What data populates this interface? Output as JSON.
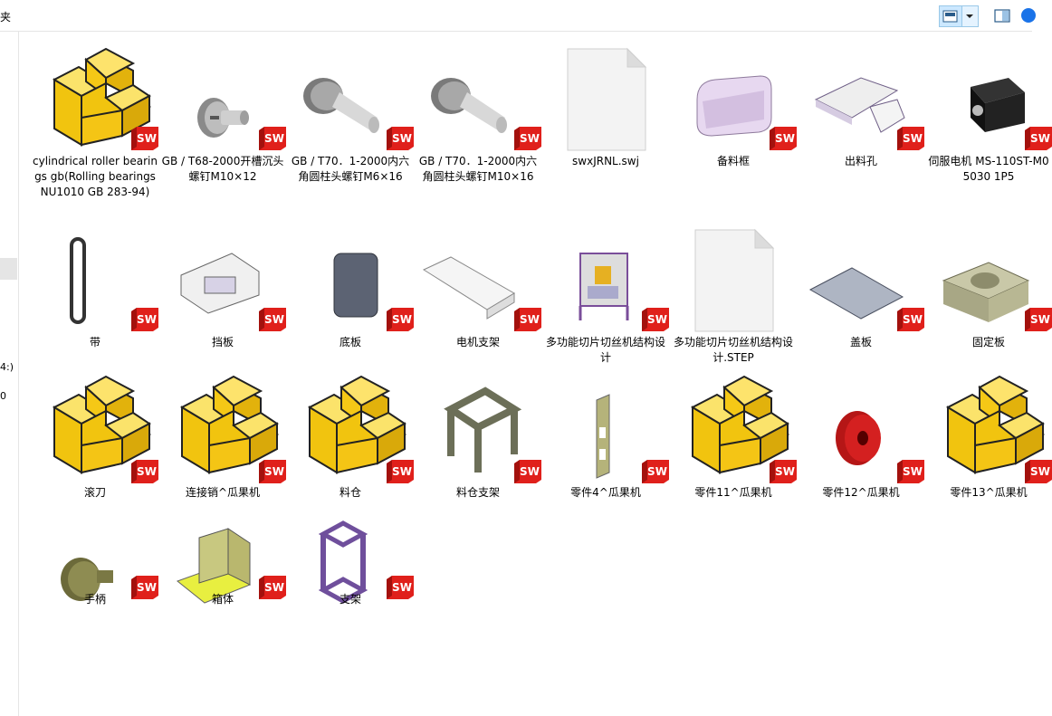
{
  "toolbar": {
    "breadcrumb_fragment": "夹",
    "view_icon": "details-pane-icon",
    "view_dropdown_icon": "chevron-down-icon",
    "preview_icon": "preview-pane-icon",
    "help_icon": "help-icon"
  },
  "nav": {
    "fragment_1": "4:)",
    "fragment_2": "0"
  },
  "badge": {
    "text": "SW",
    "color": "#e0201b"
  },
  "files": [
    {
      "name": "cylindrical roller bearings gb(Rolling bearings NU1010 GB 283-94)",
      "thumb": "yellow-part"
    },
    {
      "name": "GB / T68-2000开槽沉头螺钉M10×12",
      "thumb": "screw"
    },
    {
      "name": "GB / T70．1-2000内六角圆柱头螺钉M6×16",
      "thumb": "bolt"
    },
    {
      "name": "GB / T70．1-2000内六角圆柱头螺钉M10×16",
      "thumb": "bolt"
    },
    {
      "name": "swxJRNL.swj",
      "thumb": "blank"
    },
    {
      "name": "备料框",
      "thumb": "frame"
    },
    {
      "name": "出料孔",
      "thumb": "chute"
    },
    {
      "name": "伺服电机 MS-110ST-M05030 1P5",
      "thumb": "motor"
    },
    {
      "name": "带",
      "thumb": "belt"
    },
    {
      "name": "挡板",
      "thumb": "baffle"
    },
    {
      "name": "底板",
      "thumb": "plate"
    },
    {
      "name": "电机支架",
      "thumb": "bracket"
    },
    {
      "name": "多功能切片切丝机结构设计",
      "thumb": "assembly"
    },
    {
      "name": "多功能切片切丝机结构设计.STEP",
      "thumb": "blank"
    },
    {
      "name": "盖板",
      "thumb": "cover"
    },
    {
      "name": "固定板",
      "thumb": "fixplate"
    },
    {
      "name": "滚刀",
      "thumb": "yellow-part"
    },
    {
      "name": "连接销^瓜果机",
      "thumb": "yellow-part"
    },
    {
      "name": "料仓",
      "thumb": "yellow-part"
    },
    {
      "name": "料仓支架",
      "thumb": "stand"
    },
    {
      "name": "零件4^瓜果机",
      "thumb": "strip"
    },
    {
      "name": "零件11^瓜果机",
      "thumb": "yellow-part"
    },
    {
      "name": "零件12^瓜果机",
      "thumb": "pulley"
    },
    {
      "name": "零件13^瓜果机",
      "thumb": "yellow-part"
    },
    {
      "name": "手柄",
      "thumb": "knob"
    },
    {
      "name": "箱体",
      "thumb": "box"
    },
    {
      "name": "支架",
      "thumb": "purple-frame"
    }
  ]
}
